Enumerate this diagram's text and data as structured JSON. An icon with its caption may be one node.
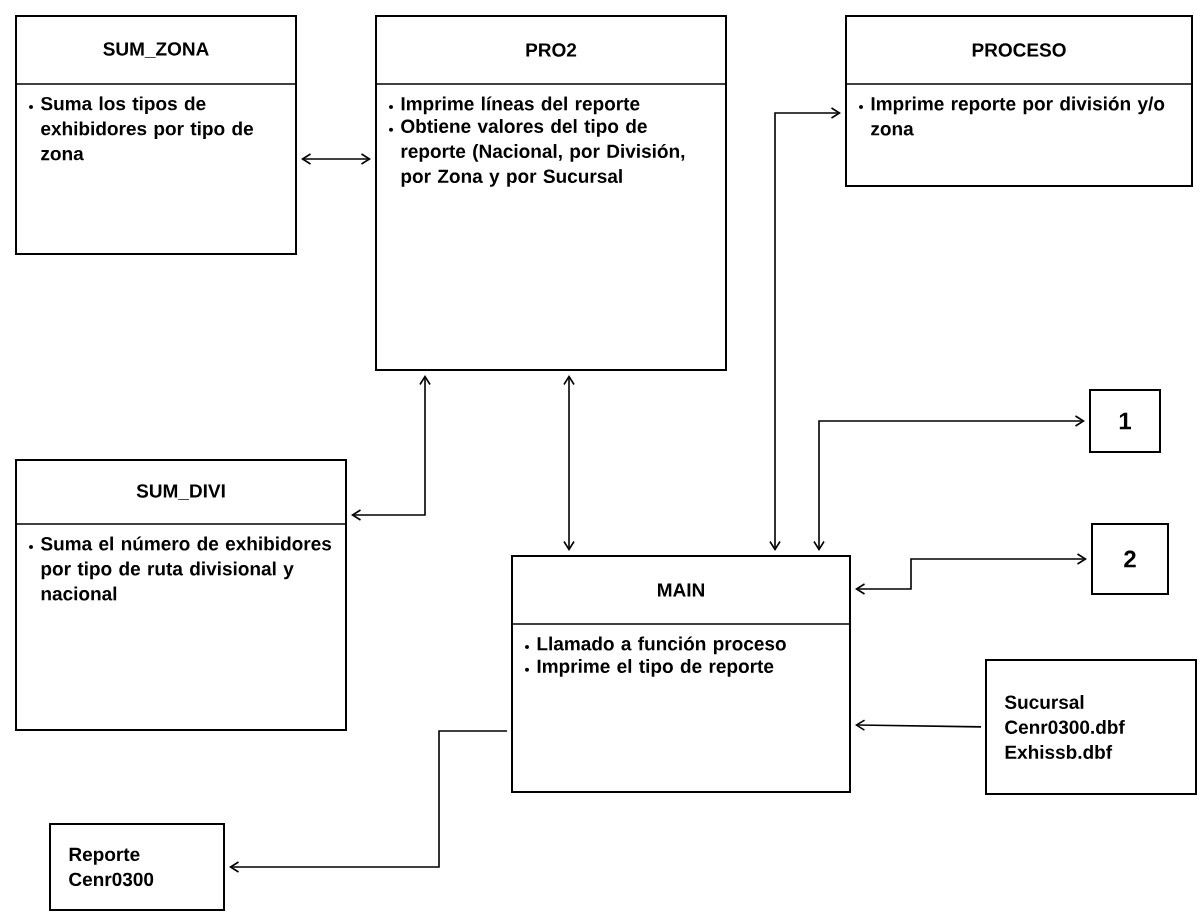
{
  "diagram": {
    "nodes": [
      {
        "text": [
          "SUM_ZONA",
          "Suma los tipos de exhibidores por tipo de zona"
        ]
      },
      {
        "text": [
          "PRO2",
          "Imprime líneas del reporte",
          "Obtiene valores del tipo de reporte (Nacional, por División, por Zona y por Sucursal"
        ]
      },
      {
        "text": [
          "PROCESO",
          "Imprime reporte por división y/o zona"
        ]
      },
      {
        "text": [
          "SUM_DIVI",
          "Suma el número de exhibidores por tipo de ruta divisional y nacional"
        ]
      },
      {
        "text": [
          "MAIN",
          "Llamado a función proceso",
          "Imprime el tipo de reporte"
        ]
      },
      {
        "text": [
          "1"
        ]
      },
      {
        "text": [
          "2"
        ]
      },
      {
        "text": [
          "Sucursal",
          "Cenr0300.dbf",
          "Exhissb.dbf"
        ]
      },
      {
        "text": [
          "Reporte Cenr0300"
        ]
      }
    ],
    "edges": [
      {
        "from": 0,
        "to": 1,
        "arrow": "both"
      },
      {
        "from": 1,
        "to": 4,
        "arrow": "both"
      },
      {
        "from": 1,
        "to": 3,
        "arrow": "both"
      },
      {
        "from": 4,
        "to": 2,
        "arrow": "both"
      },
      {
        "from": 4,
        "to": 5,
        "arrow": "both"
      },
      {
        "from": 4,
        "to": 6,
        "arrow": "both"
      },
      {
        "from": 7,
        "to": 4,
        "arrow": "to"
      },
      {
        "from": 4,
        "to": 8,
        "arrow": "to"
      }
    ]
  }
}
